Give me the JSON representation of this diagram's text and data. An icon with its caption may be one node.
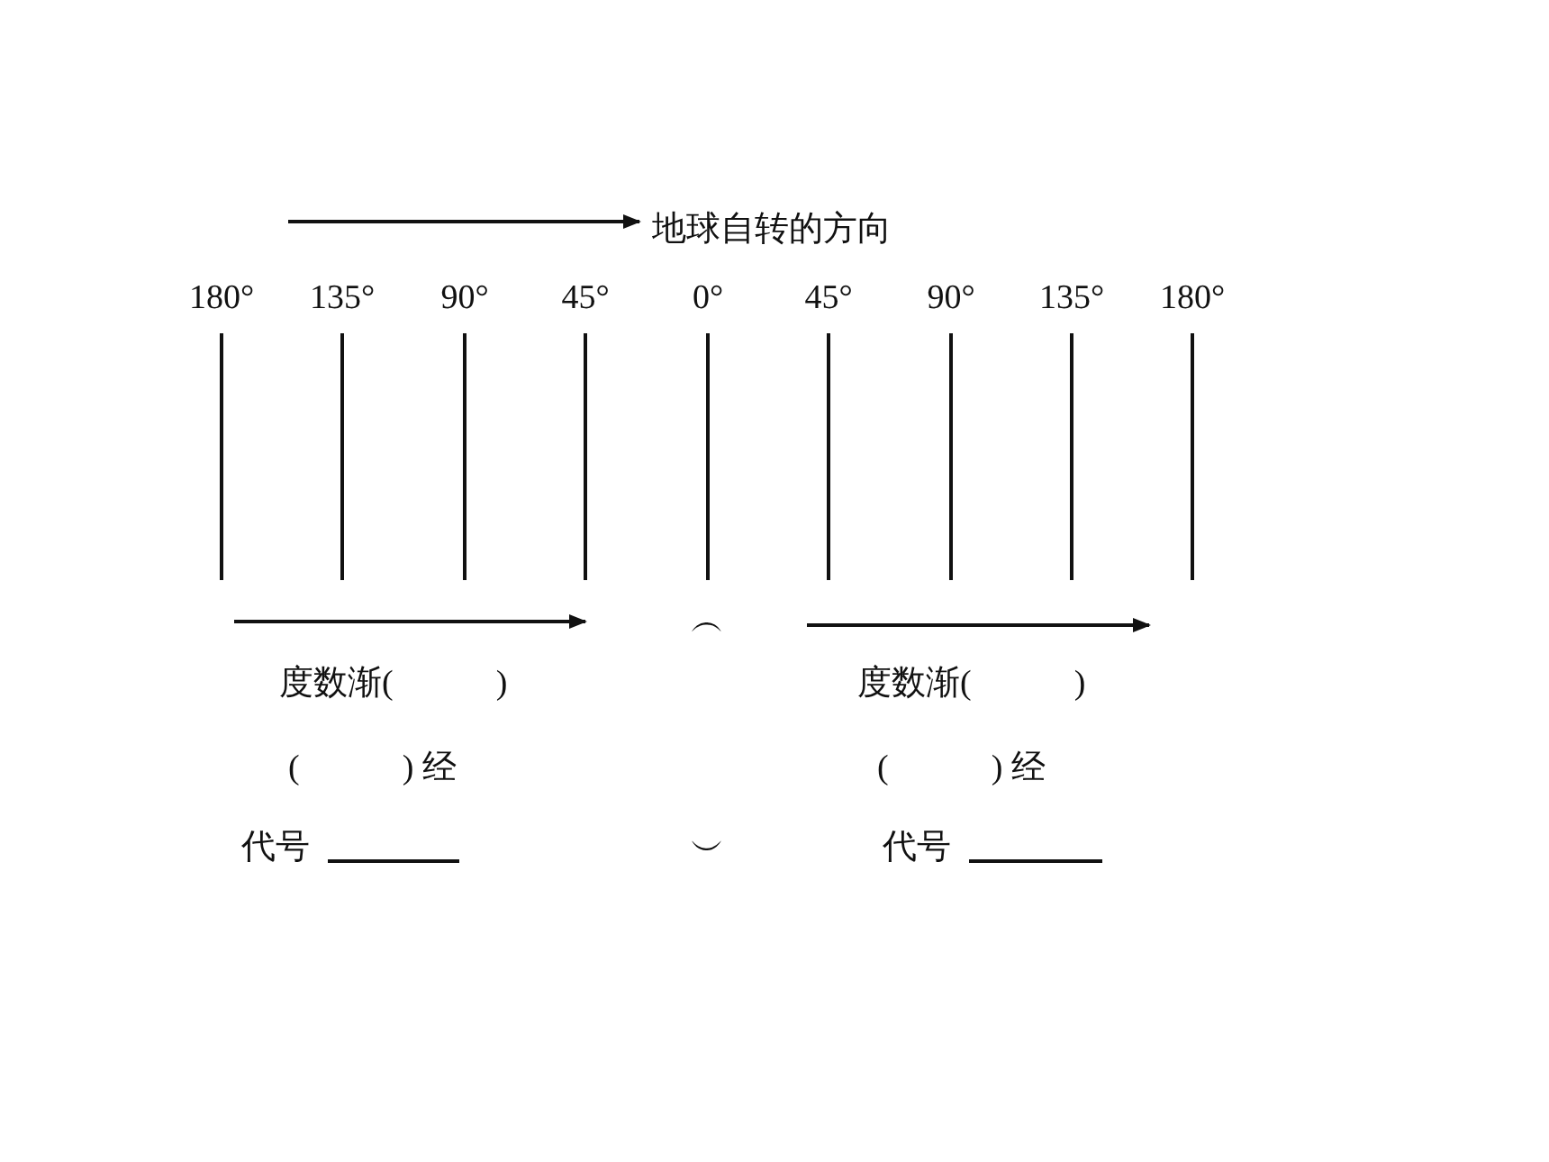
{
  "diagram": {
    "labels": [
      "地球自转的方向",
      "180°",
      "135°",
      "90°",
      "45°",
      "0°",
      "45°",
      "90°",
      "135°",
      "180°",
      "︵",
      "度数渐(　　　)",
      "度数渐(　　　)",
      "(　　　) 经",
      "(　　　) 经",
      "代号",
      "︶",
      "代号"
    ]
  }
}
